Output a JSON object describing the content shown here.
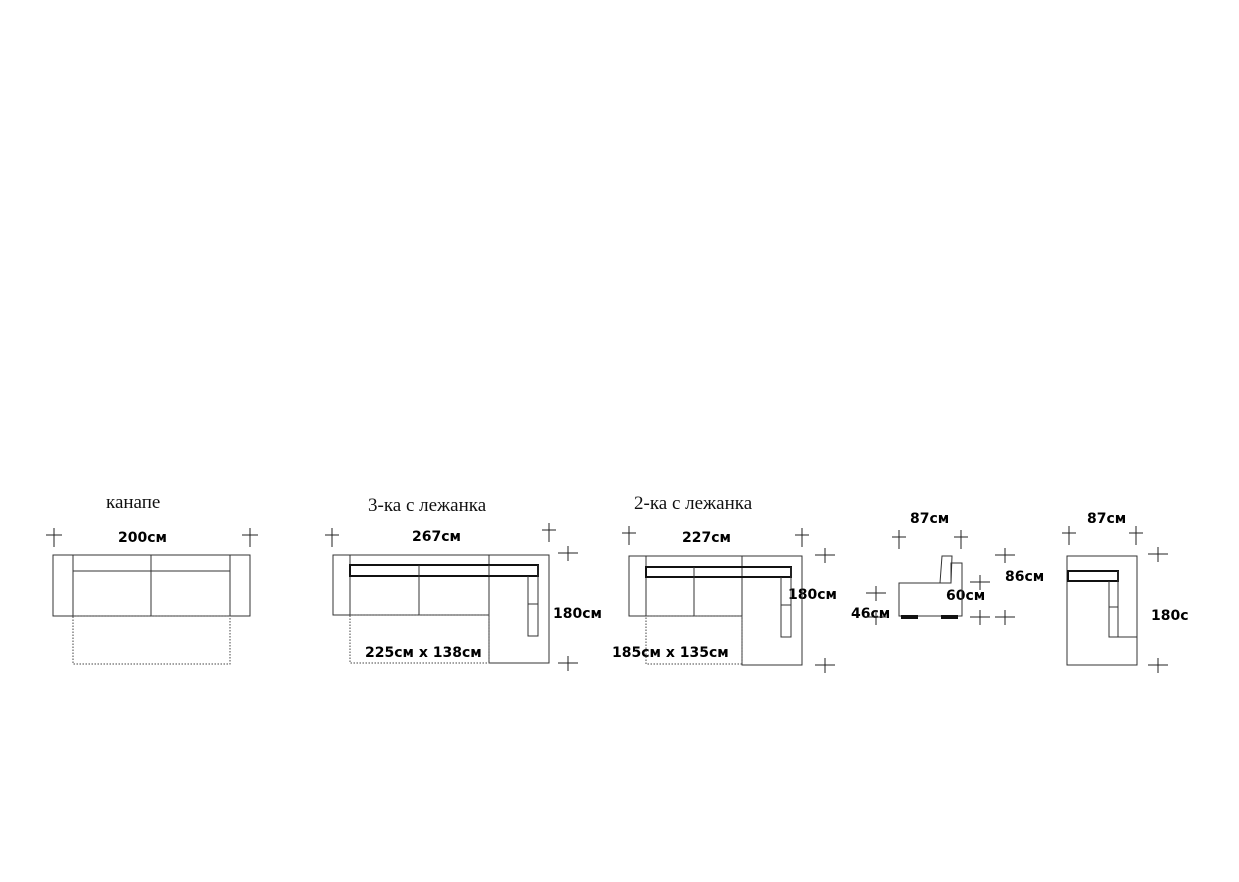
{
  "diagram": {
    "sofa": {
      "title": "канапе",
      "width": "200см"
    },
    "corner3": {
      "title": "3-ка с лежанка",
      "width": "267см",
      "depth": "180см",
      "bed": "225см x 138см"
    },
    "corner2": {
      "title": "2-ка с лежанка",
      "width": "227см",
      "depth": "180см",
      "bed": "185см x 135см"
    },
    "side": {
      "depth": "87см",
      "seat_height": "46см",
      "seat_depth": "60см",
      "height": "86см"
    },
    "chaise": {
      "depth": "87см",
      "length": "180с"
    }
  },
  "colors": {
    "line": "#333333",
    "text": "#000000",
    "background": "#ffffff"
  }
}
